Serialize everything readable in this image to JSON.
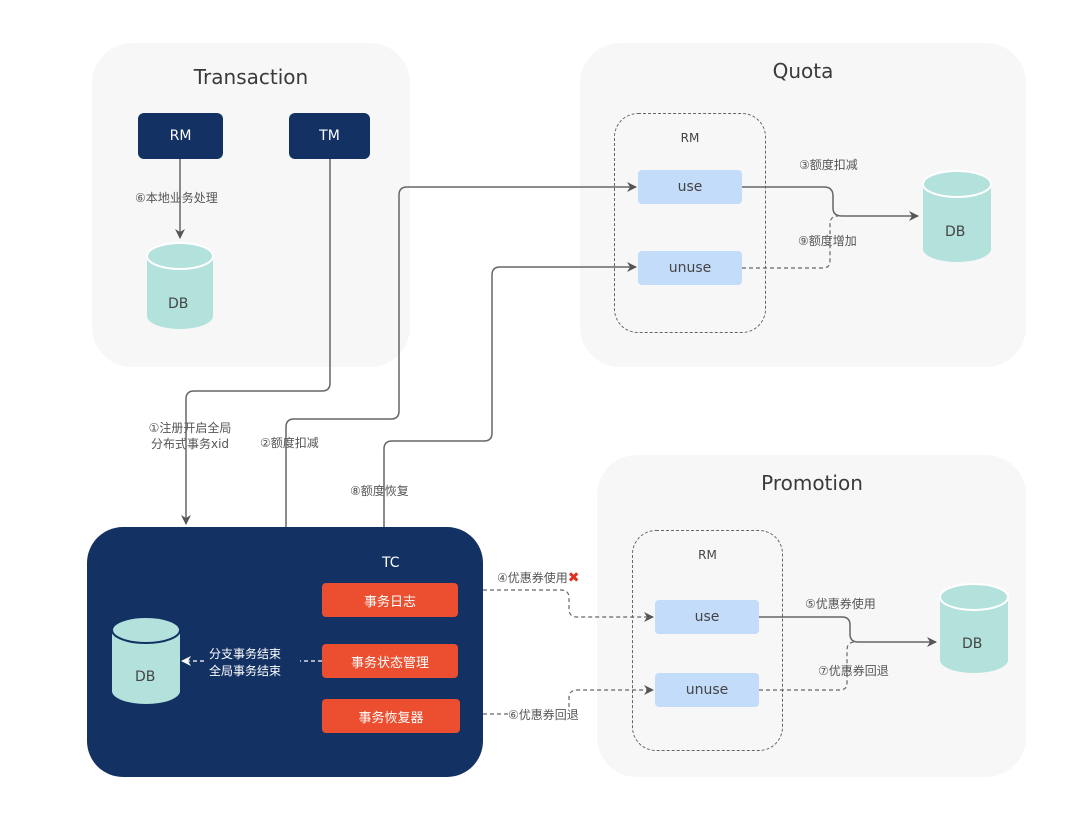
{
  "panels": {
    "transaction": {
      "title": "Transaction",
      "rm_label": "RM",
      "tm_label": "TM",
      "db_label": "DB",
      "step6_label": "⑥本地业务处理"
    },
    "quota": {
      "title": "Quota",
      "rm_group_label": "RM",
      "use_label": "use",
      "unuse_label": "unuse",
      "db_label": "DB",
      "step3_label": "③额度扣减",
      "step9_label": "⑨额度增加"
    },
    "promotion": {
      "title": "Promotion",
      "rm_group_label": "RM",
      "use_label": "use",
      "unuse_label": "unuse",
      "db_label": "DB",
      "step5_label": "⑤优惠券使用",
      "step7_label": "⑦优惠券回退"
    },
    "tc": {
      "title": "TC",
      "db_label": "DB",
      "modules": [
        "事务日志",
        "事务状态管理",
        "事务恢复器"
      ],
      "db_arrow_label_line1": "分支事务结束",
      "db_arrow_label_line2": "全局事务结束"
    }
  },
  "connectors": {
    "step1_line1": "①注册开启全局",
    "step1_line2": "分布式事务xid",
    "step2": "②额度扣减",
    "step8": "⑧额度恢复",
    "step4": "④优惠券使用",
    "step4_status": "failed",
    "step4_status_icon": "✖",
    "step6": "⑥优惠券回退"
  },
  "colors": {
    "navy": "#133162",
    "orange": "#eb4f2f",
    "light_blue": "#c3dcfa",
    "db_teal": "#b3e1dc",
    "panel_bg": "#f7f7f7",
    "line": "#666666",
    "error_red": "#e03020"
  }
}
